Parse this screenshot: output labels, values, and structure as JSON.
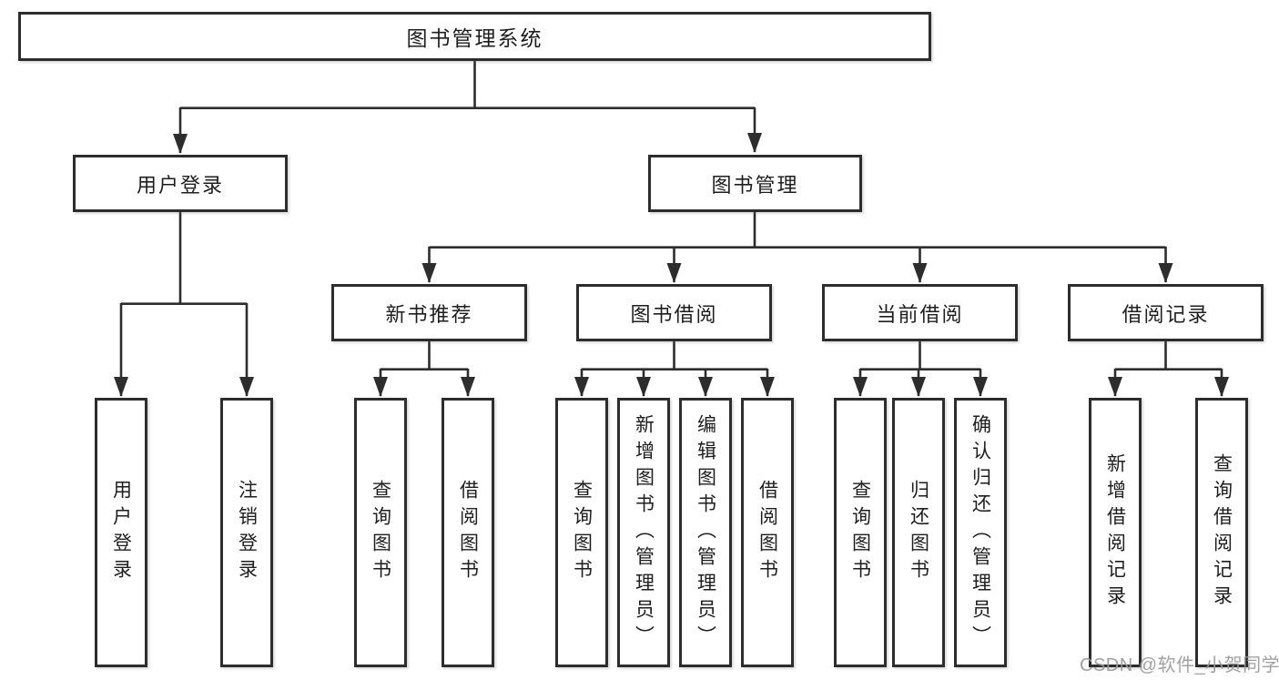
{
  "diagram": {
    "watermark": "CSDN @软件_小贺同学",
    "colors": {
      "line": "#2d2d2d",
      "text": "#1e1e1e",
      "watermark": "#9a9a9a",
      "box_background": "#ffffff"
    },
    "tree": {
      "label": "图书管理系统",
      "children": [
        {
          "label": "用户登录",
          "children": [
            {
              "label": "用户登录"
            },
            {
              "label": "注销登录"
            }
          ]
        },
        {
          "label": "图书管理",
          "children": [
            {
              "label": "新书推荐",
              "children": [
                {
                  "label": "查询图书"
                },
                {
                  "label": "借阅图书"
                }
              ]
            },
            {
              "label": "图书借阅",
              "children": [
                {
                  "label": "查询图书"
                },
                {
                  "label": "新增图书（管理员）"
                },
                {
                  "label": "编辑图书（管理员）"
                },
                {
                  "label": "借阅图书"
                }
              ]
            },
            {
              "label": "当前借阅",
              "children": [
                {
                  "label": "查询图书"
                },
                {
                  "label": "归还图书"
                },
                {
                  "label": "确认归还（管理员）"
                }
              ]
            },
            {
              "label": "借阅记录",
              "children": [
                {
                  "label": "新增借阅记录"
                },
                {
                  "label": "查询借阅记录"
                }
              ]
            }
          ]
        }
      ]
    }
  }
}
